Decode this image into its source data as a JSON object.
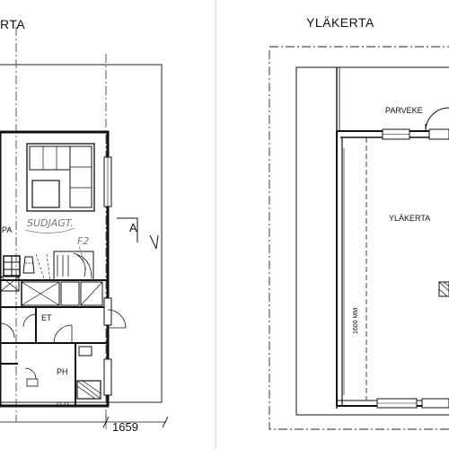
{
  "left_plan": {
    "title": "RTA",
    "rooms": {
      "left_label": "PA",
      "entry": "ET",
      "bath": "PH"
    },
    "handwriting": {
      "note": "SUDJAGT.",
      "mark": "F2"
    },
    "section_mark": "A",
    "dimension": "1659"
  },
  "right_plan": {
    "title": "YLÄKERTA",
    "rooms": {
      "balcony": "PARVEKE",
      "main": "YLÄKERTA"
    },
    "height_note": "1600 MM"
  }
}
